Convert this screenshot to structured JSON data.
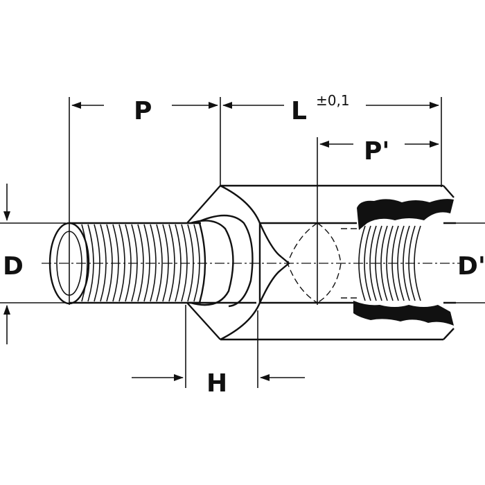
{
  "labels": {
    "P": "P",
    "L": "L",
    "L_tolerance": "±0,1",
    "P_prime": "P'",
    "D": "D",
    "D_prime": "D'",
    "H": "H"
  },
  "colors": {
    "ink": "#111111",
    "background": "#ffffff"
  }
}
